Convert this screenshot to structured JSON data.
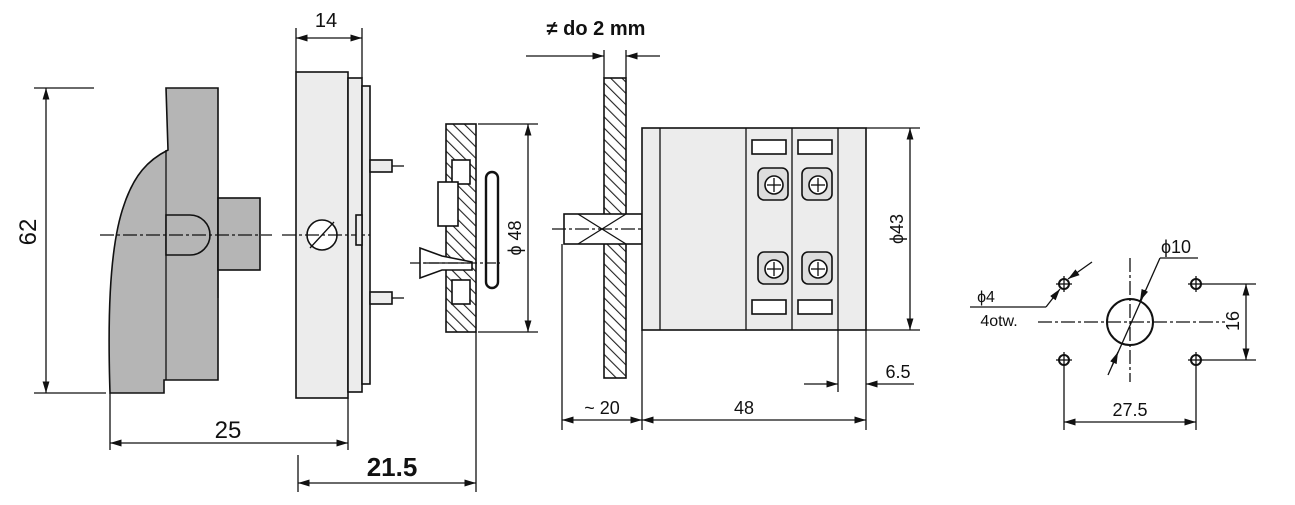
{
  "dimensions": {
    "knob_height": "62",
    "knob_width": "25",
    "housing_depth": "14",
    "mount_offset": "21.5",
    "ring_diameter": "ϕ 48",
    "panel_thickness": "≠ do 2 mm",
    "shaft_length": "~ 20",
    "body_length": "48",
    "body_diameter": "ϕ43",
    "contact_offset": "6.5",
    "hole_diameter": "ϕ4",
    "hole_count": "4otw.",
    "center_hole_diameter": "ϕ10",
    "hole_spacing_vertical": "16",
    "hole_spacing_horizontal": "27.5"
  },
  "colors": {
    "line": "#111111",
    "knob_fill": "#b5b5b5",
    "housing_fill": "#ececec",
    "body_fill": "#ececec",
    "hatch": "#222222"
  }
}
